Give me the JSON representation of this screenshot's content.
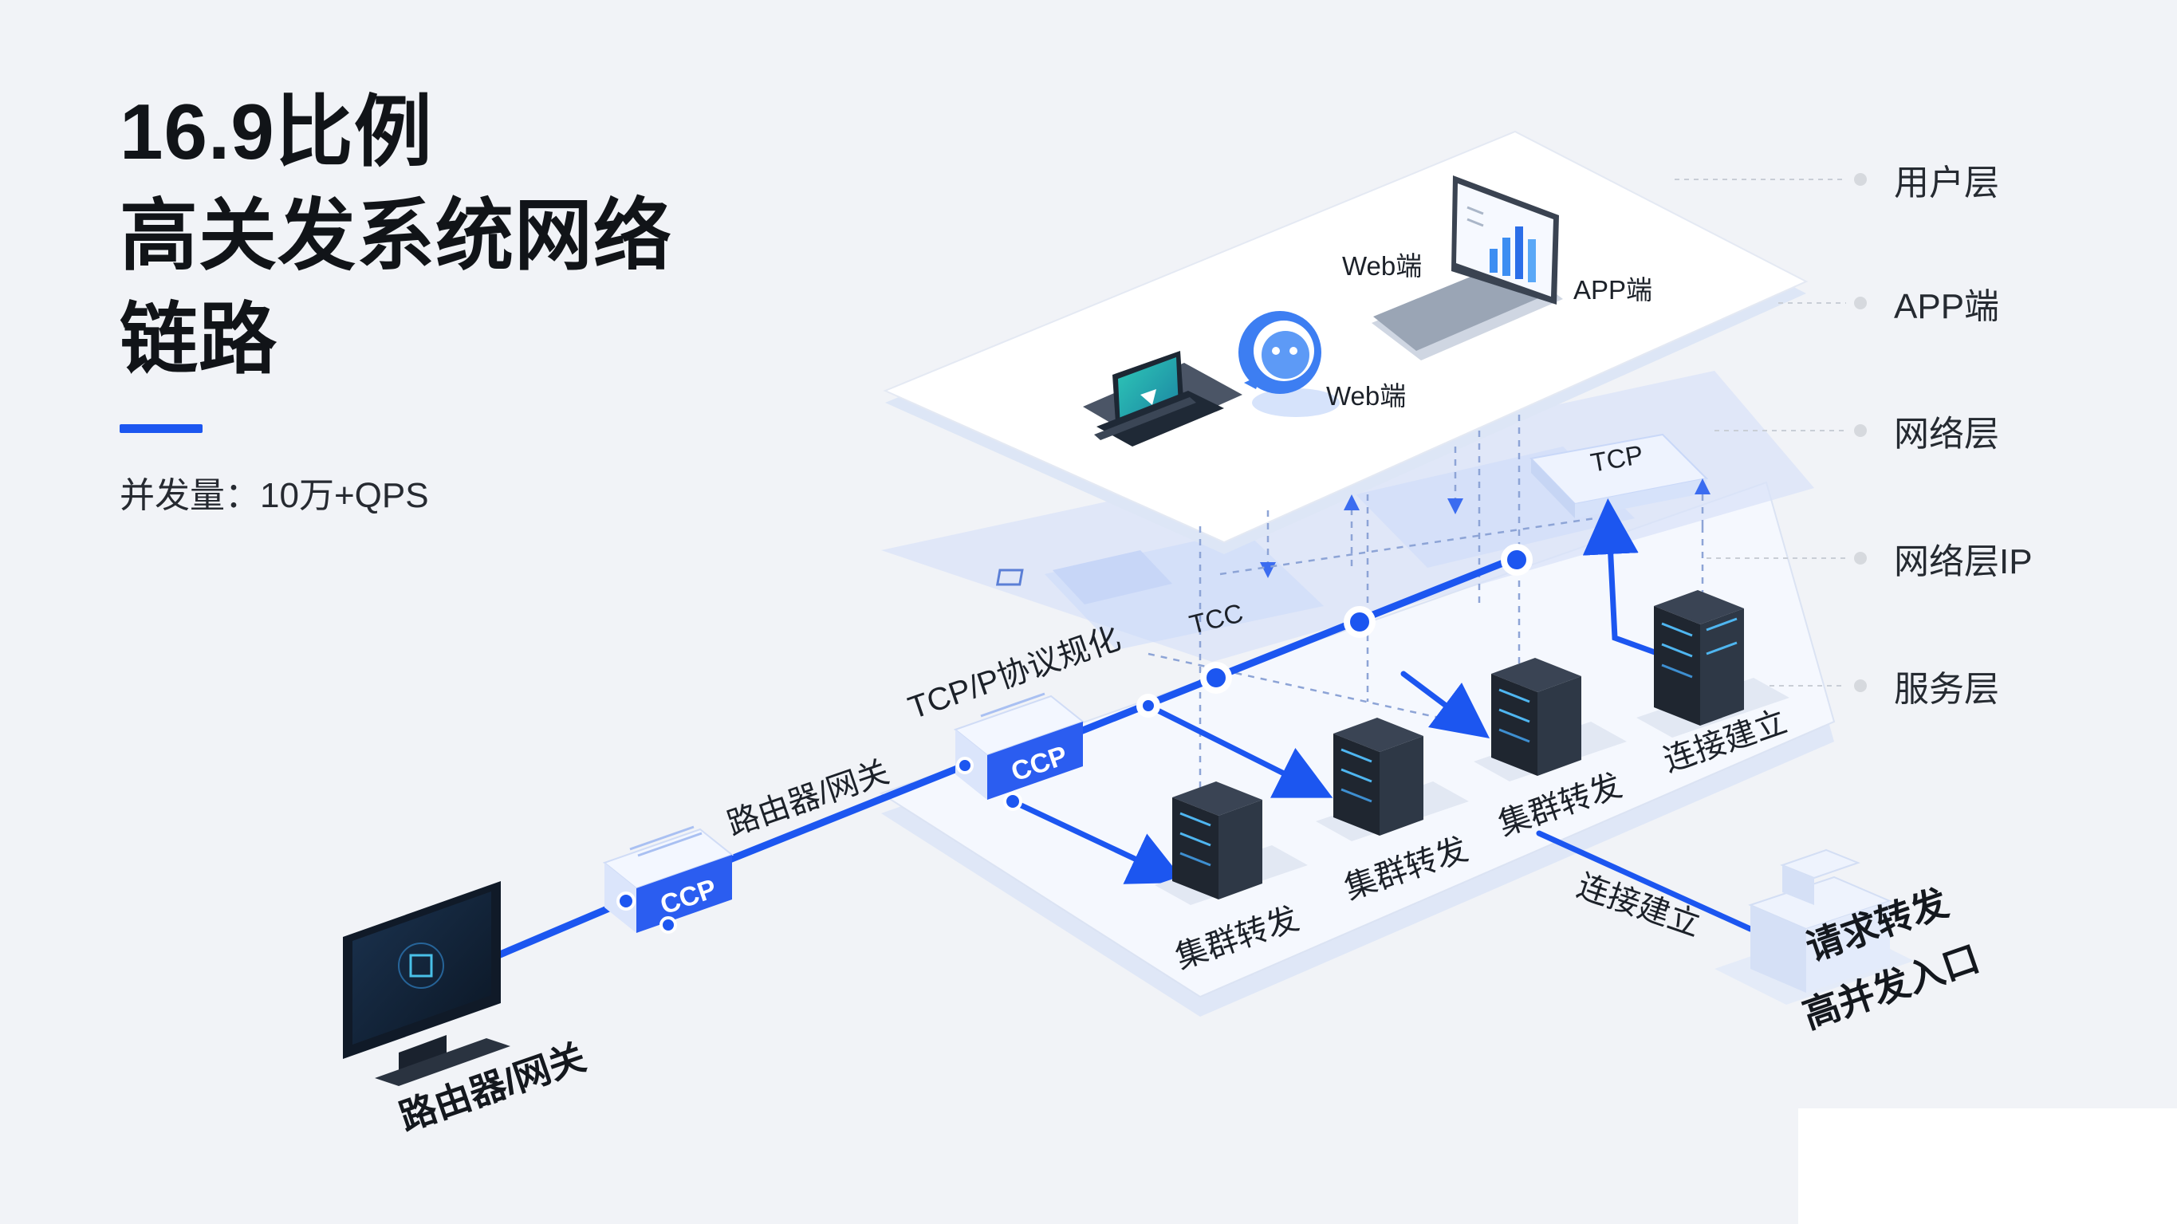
{
  "header": {
    "title_lines": [
      "16.9比例",
      "高关发系统网络",
      "链路"
    ],
    "subtitle": "并发量：10万+QPS",
    "accent_color": "#1c56f0"
  },
  "legend": [
    {
      "label": "用户层"
    },
    {
      "label": "APP端"
    },
    {
      "label": "网络层"
    },
    {
      "label": "网络层IP"
    },
    {
      "label": "服务层"
    }
  ],
  "diagram": {
    "user_layer": {
      "web_label_1": "Web端",
      "app_label": "APP端",
      "web_label_2": "Web端",
      "icons": [
        "monitor-icon",
        "chat-bubble-icon",
        "laptop-chart-icon"
      ]
    },
    "network_layer": {
      "tcp_label_1": "TCP",
      "tcp_label_2": "TCC"
    },
    "link": {
      "protocol_label": "TCP/P协议规化",
      "router_label_upper": "路由器/网关",
      "router_label_lower": "路由器/网关",
      "ccp_label_1": "CCP",
      "ccp_label_2": "CCP"
    },
    "service_layer": {
      "cluster_label_1": "集群转发",
      "cluster_label_2": "集群转发",
      "cluster_label_3": "集群转发",
      "connect_label_1": "连接建立",
      "connect_label_2": "连接建立"
    },
    "entry": {
      "line1": "请求转发",
      "line2": "高并发入口"
    },
    "colors": {
      "primary_blue": "#1c56f0",
      "server_dark": "#1f2630",
      "server_light": "#4fb6f0",
      "screen_teal": "#1aa6a0"
    }
  }
}
